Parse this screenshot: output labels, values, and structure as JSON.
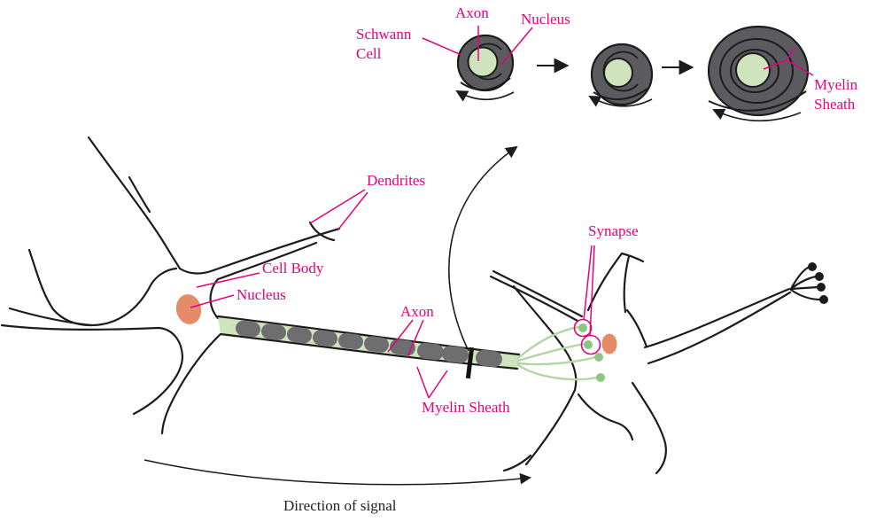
{
  "figure": {
    "description": "Neuron anatomy diagram with Schwann cell myelination sequence inset"
  },
  "labels": {
    "inset": {
      "schwann_cell": "Schwann Cell",
      "axon": "Axon",
      "nucleus": "Nucleus",
      "myelin_sheath": "Myelin Sheath"
    },
    "neuron": {
      "dendrites": "Dendrites",
      "cell_body": "Cell Body",
      "nucleus": "Nucleus",
      "axon": "Axon",
      "myelin_sheath": "Myelin Sheath",
      "synapse": "Synapse"
    },
    "caption": {
      "direction_of_signal": "Direction of signal"
    }
  },
  "colors": {
    "label_magenta": "#e6007e",
    "myelin_gray": "#5c5c60",
    "axon_green": "#cfe3bc",
    "terminal_green": "#b2d6a4",
    "terminal_dot_green": "#8cc77f",
    "nucleus_salmon": "#e68a68",
    "line_black": "#1c1c1c"
  }
}
